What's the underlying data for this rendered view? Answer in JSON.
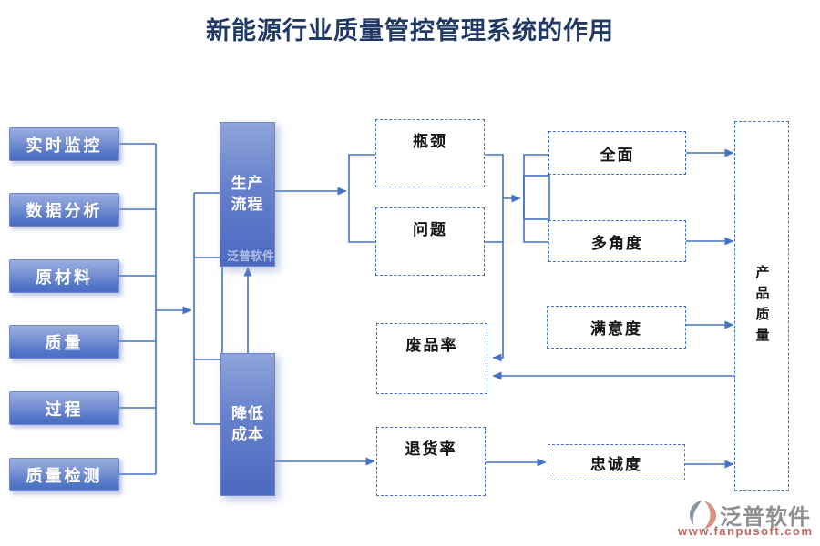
{
  "title": "新能源行业质量管控管理系统的作用",
  "left_column": {
    "items": [
      {
        "label": "实时监控"
      },
      {
        "label": "数据分析"
      },
      {
        "label": "原材料"
      },
      {
        "label": "质量"
      },
      {
        "label": "过程"
      },
      {
        "label": "质量检测"
      }
    ]
  },
  "process_nodes": {
    "production": {
      "label": "生产流程"
    },
    "cost": {
      "label": "降低成本"
    }
  },
  "outcome_nodes": {
    "bottleneck": {
      "label": "瓶颈"
    },
    "problem": {
      "label": "问题"
    },
    "scrap_rate": {
      "label": "废品率"
    },
    "return_rate": {
      "label": "退货率"
    },
    "comprehensive": {
      "label": "全面"
    },
    "multi_angle": {
      "label": "多角度"
    },
    "satisfaction": {
      "label": "满意度"
    },
    "loyalty": {
      "label": "忠诚度"
    },
    "product_quality": {
      "label": "产品质量"
    }
  },
  "watermark": {
    "text": "泛普软件"
  },
  "footer": {
    "brand": "泛普软件",
    "url": "www.fanpusoft.com"
  },
  "colors": {
    "line": "#4472C4",
    "title": "#1F3864",
    "box_gradient_top": "#9AAEDE",
    "box_gradient_bottom": "#4A6CC2",
    "brand_grey": "#8F8F93",
    "brand_red": "#C4655C",
    "logo_salmon": "#D8927E",
    "logo_grey": "#8C95A3"
  }
}
